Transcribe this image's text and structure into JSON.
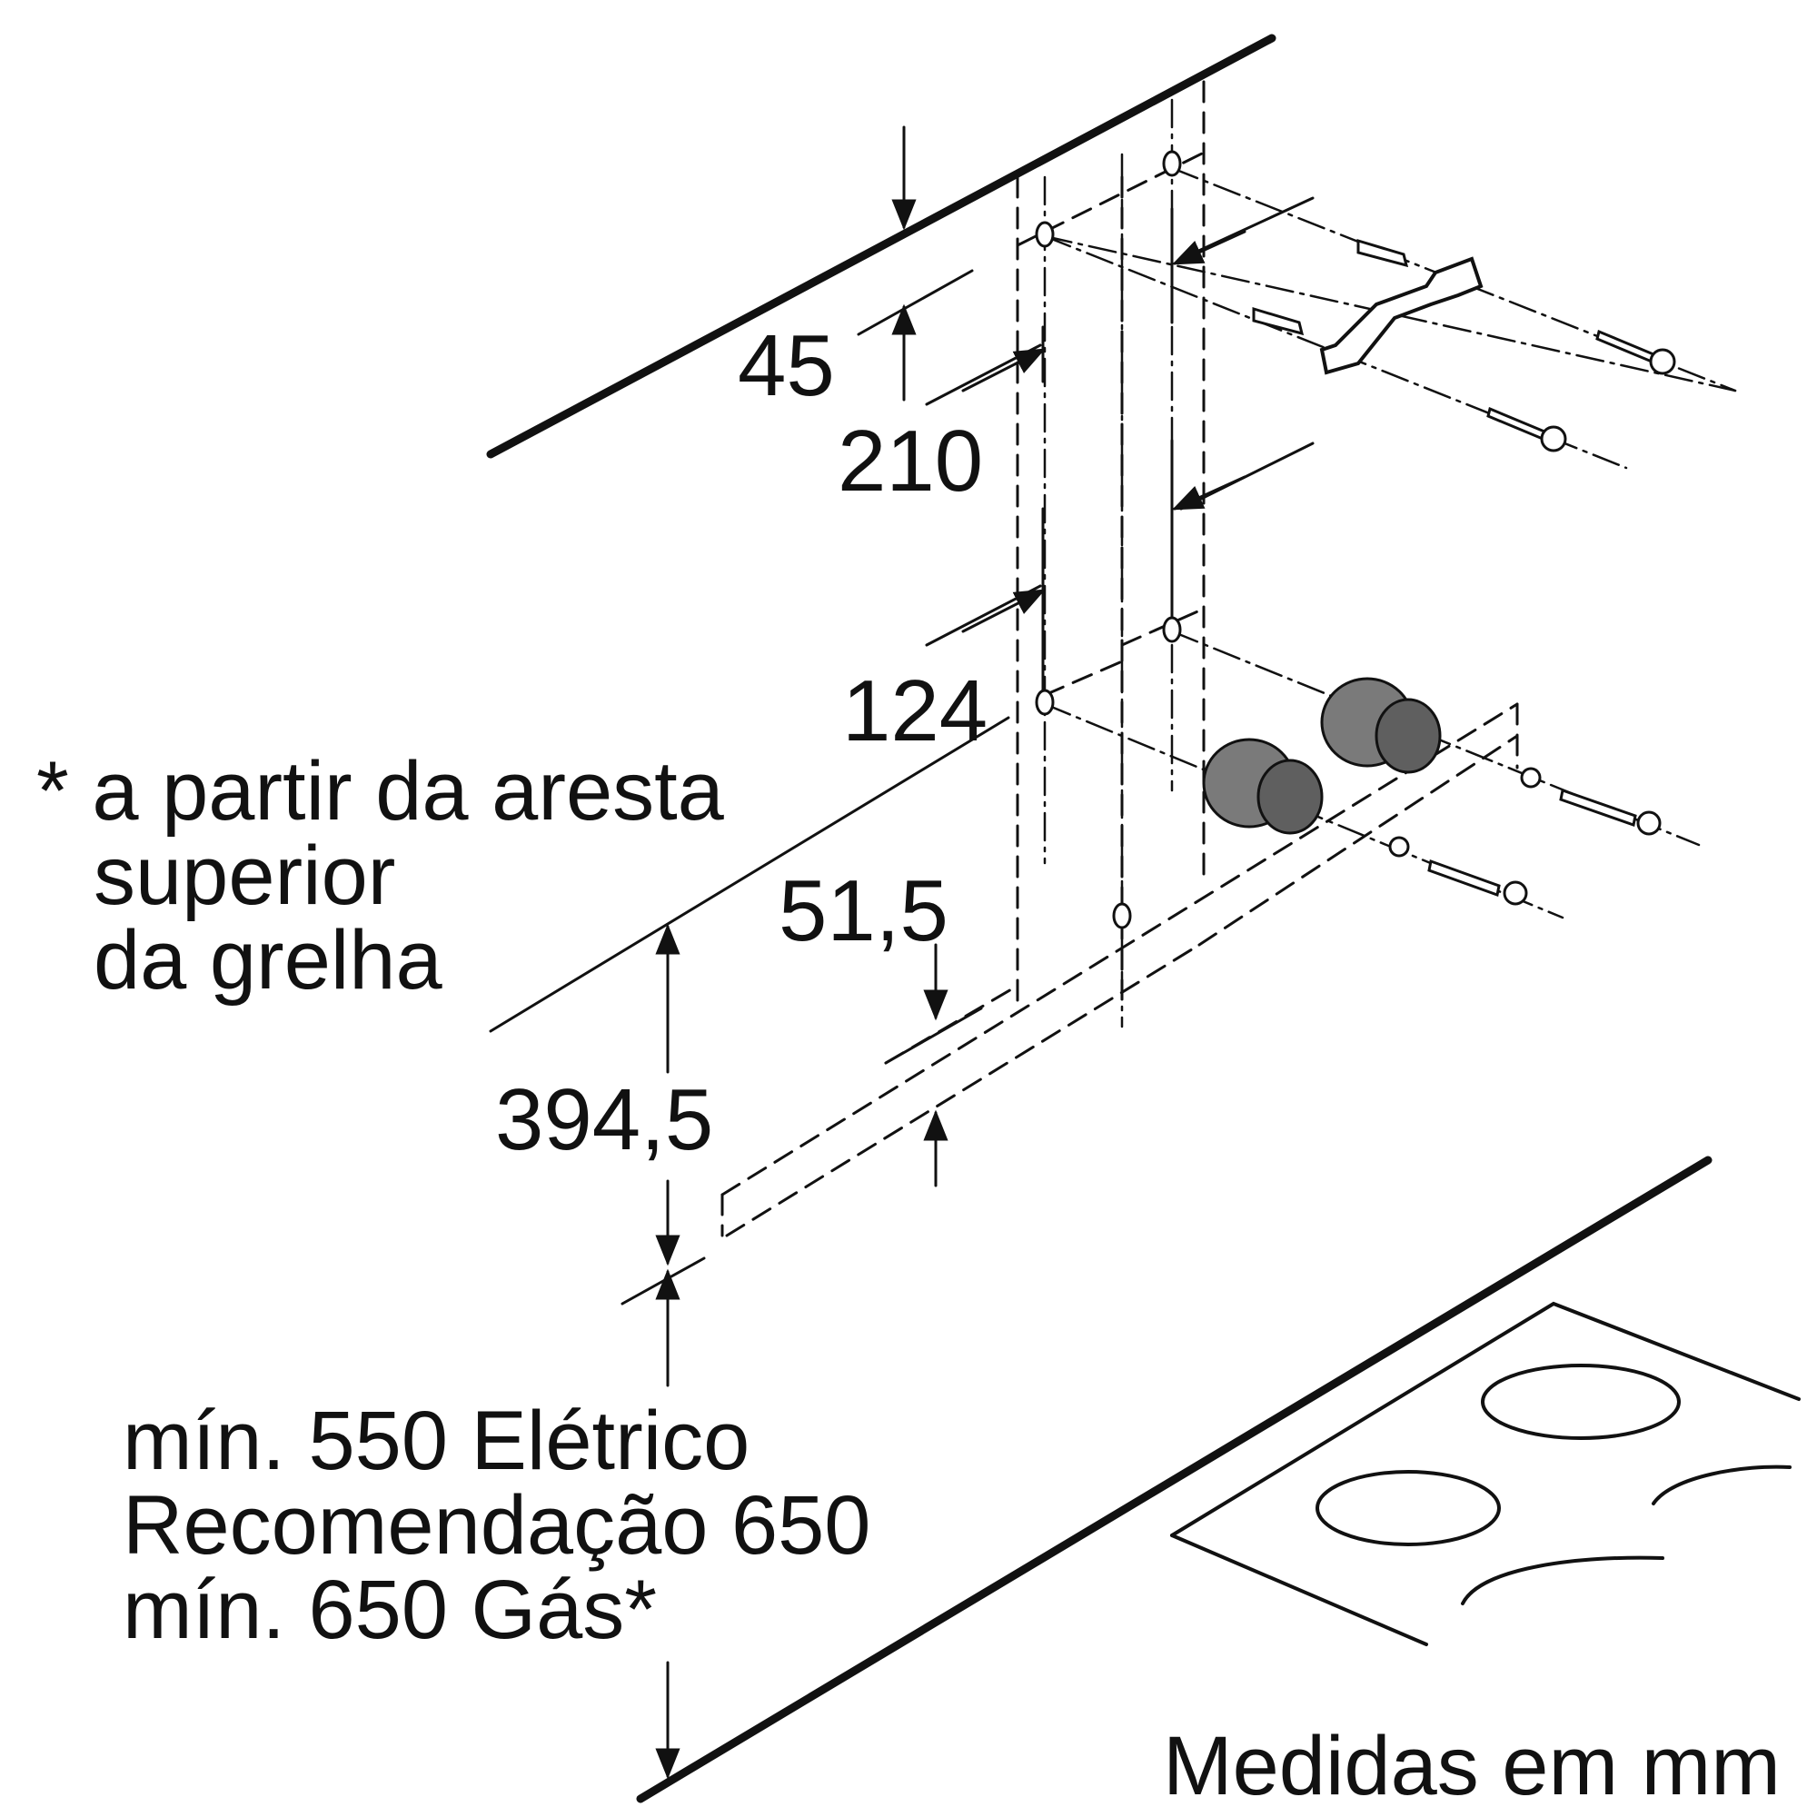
{
  "dimensions": {
    "d45": "45",
    "d210": "210",
    "d124": "124",
    "d51_5": "51,5",
    "d394_5": "394,5"
  },
  "note": {
    "line1": "* a partir da aresta",
    "line2": "superior",
    "line3": "da grelha"
  },
  "clearance": {
    "line1": "mín. 550 Elétrico",
    "line2": "Recomendação 650",
    "line3": "mín. 650 Gás*"
  },
  "units_label": "Medidas em mm",
  "colors": {
    "ink": "#111111",
    "plug_fill": "#7a7a7a",
    "background": "#ffffff"
  }
}
